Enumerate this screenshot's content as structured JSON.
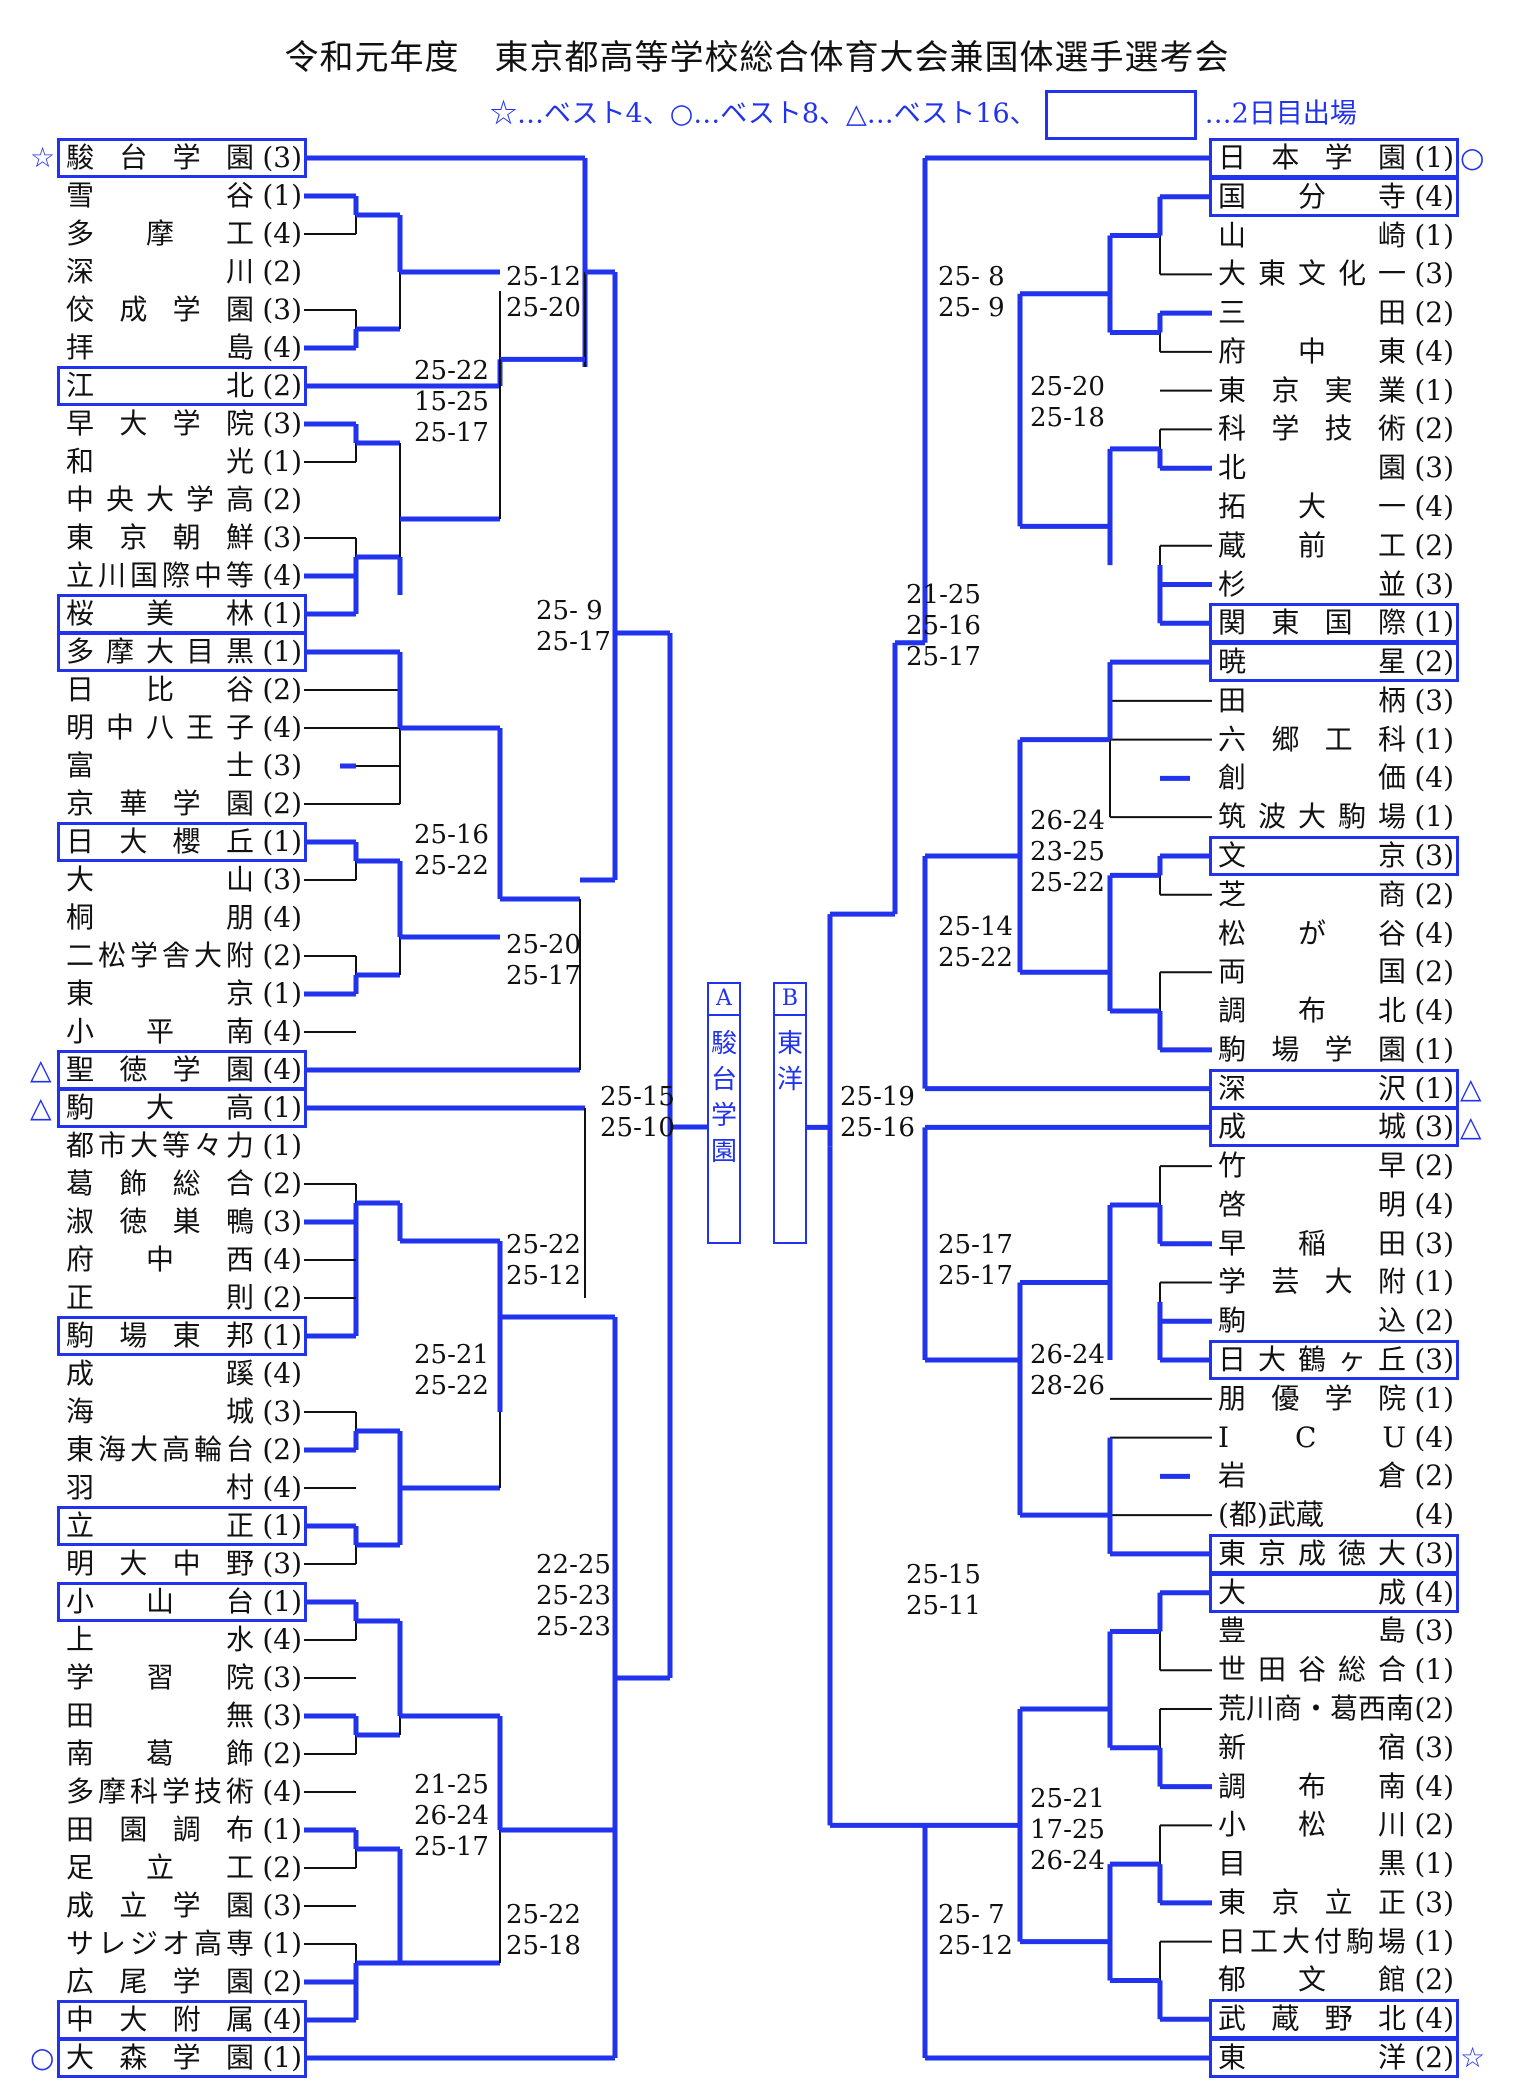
{
  "title": "令和元年度　東京都高等学校総合体育大会兼国体選手選考会",
  "legend": {
    "text1": "☆…ベスト4、○…ベスト8、△…ベスト16、",
    "text2": "…2日目出場"
  },
  "colors": {
    "accent": "#2233ee",
    "line": "#111111"
  },
  "left_teams": [
    {
      "name": "駿台学園",
      "seed": "(3)",
      "mark": "☆",
      "hl": true
    },
    {
      "name": "雪谷",
      "seed": "(1)"
    },
    {
      "name": "多摩工",
      "seed": "(4)"
    },
    {
      "name": "深川",
      "seed": "(2)"
    },
    {
      "name": "佼成学園",
      "seed": "(3)"
    },
    {
      "name": "拝島",
      "seed": "(4)"
    },
    {
      "name": "江北",
      "seed": "(2)",
      "hl": true
    },
    {
      "name": "早大学院",
      "seed": "(3)"
    },
    {
      "name": "和光",
      "seed": "(1)"
    },
    {
      "name": "中央大学高",
      "seed": "(2)"
    },
    {
      "name": "東京朝鮮",
      "seed": "(3)"
    },
    {
      "name": "立川国際中等",
      "seed": "(4)"
    },
    {
      "name": "桜美林",
      "seed": "(1)",
      "hl": true
    },
    {
      "name": "多摩大目黒",
      "seed": "(1)",
      "hl": true
    },
    {
      "name": "日比谷",
      "seed": "(2)"
    },
    {
      "name": "明中八王子",
      "seed": "(4)"
    },
    {
      "name": "富士",
      "seed": "(3)"
    },
    {
      "name": "京華学園",
      "seed": "(2)"
    },
    {
      "name": "日大櫻丘",
      "seed": "(1)",
      "hl": true
    },
    {
      "name": "大山",
      "seed": "(3)"
    },
    {
      "name": "桐朋",
      "seed": "(4)"
    },
    {
      "name": "二松学舎大附",
      "seed": "(2)"
    },
    {
      "name": "東京",
      "seed": "(1)"
    },
    {
      "name": "小平南",
      "seed": "(4)"
    },
    {
      "name": "聖徳学園",
      "seed": "(4)",
      "mark": "△",
      "hl": true
    },
    {
      "name": "駒大高",
      "seed": "(1)",
      "mark": "△",
      "hl": true
    },
    {
      "name": "都市大等々力",
      "seed": "(1)"
    },
    {
      "name": "葛飾総合",
      "seed": "(2)"
    },
    {
      "name": "淑徳巣鴨",
      "seed": "(3)"
    },
    {
      "name": "府中西",
      "seed": "(4)"
    },
    {
      "name": "正則",
      "seed": "(2)"
    },
    {
      "name": "駒場東邦",
      "seed": "(1)",
      "hl": true
    },
    {
      "name": "成蹊",
      "seed": "(4)"
    },
    {
      "name": "海城",
      "seed": "(3)"
    },
    {
      "name": "東海大高輪台",
      "seed": "(2)"
    },
    {
      "name": "羽村",
      "seed": "(4)"
    },
    {
      "name": "立正",
      "seed": "(1)",
      "hl": true
    },
    {
      "name": "明大中野",
      "seed": "(3)"
    },
    {
      "name": "小山台",
      "seed": "(1)",
      "hl": true
    },
    {
      "name": "上水",
      "seed": "(4)"
    },
    {
      "name": "学習院",
      "seed": "(3)"
    },
    {
      "name": "田無",
      "seed": "(3)"
    },
    {
      "name": "南葛飾",
      "seed": "(2)"
    },
    {
      "name": "多摩科学技術",
      "seed": "(4)"
    },
    {
      "name": "田園調布",
      "seed": "(1)"
    },
    {
      "name": "足立工",
      "seed": "(2)"
    },
    {
      "name": "成立学園",
      "seed": "(3)"
    },
    {
      "name": "サレジオ高専",
      "seed": "(1)"
    },
    {
      "name": "広尾学園",
      "seed": "(2)"
    },
    {
      "name": "中大附属",
      "seed": "(4)",
      "hl": true
    },
    {
      "name": "大森学園",
      "seed": "(1)",
      "mark": "○",
      "hl": true
    }
  ],
  "right_teams": [
    {
      "name": "日本学園",
      "seed": "(1)",
      "mark": "○",
      "hl": true
    },
    {
      "name": "国分寺",
      "seed": "(4)",
      "hl": true
    },
    {
      "name": "山崎",
      "seed": "(1)"
    },
    {
      "name": "大東文化一",
      "seed": "(3)"
    },
    {
      "name": "三田",
      "seed": "(2)"
    },
    {
      "name": "府中東",
      "seed": "(4)"
    },
    {
      "name": "東京実業",
      "seed": "(1)"
    },
    {
      "name": "科学技術",
      "seed": "(2)"
    },
    {
      "name": "北園",
      "seed": "(3)"
    },
    {
      "name": "拓大一",
      "seed": "(4)"
    },
    {
      "name": "蔵前工",
      "seed": "(2)"
    },
    {
      "name": "杉並",
      "seed": "(3)"
    },
    {
      "name": "関東国際",
      "seed": "(1)",
      "hl": true
    },
    {
      "name": "暁星",
      "seed": "(2)",
      "hl": true
    },
    {
      "name": "田柄",
      "seed": "(3)"
    },
    {
      "name": "六郷工科",
      "seed": "(1)"
    },
    {
      "name": "創価",
      "seed": "(4)"
    },
    {
      "name": "筑波大駒場",
      "seed": "(1)"
    },
    {
      "name": "文京",
      "seed": "(3)",
      "hl": true
    },
    {
      "name": "芝商",
      "seed": "(2)"
    },
    {
      "name": "松が谷",
      "seed": "(4)"
    },
    {
      "name": "両国",
      "seed": "(2)"
    },
    {
      "name": "調布北",
      "seed": "(4)"
    },
    {
      "name": "駒場学園",
      "seed": "(1)"
    },
    {
      "name": "深沢",
      "seed": "(1)",
      "mark": "△",
      "hl": true
    },
    {
      "name": "成城",
      "seed": "(3)",
      "mark": "△",
      "hl": true
    },
    {
      "name": "竹早",
      "seed": "(2)"
    },
    {
      "name": "啓明",
      "seed": "(4)"
    },
    {
      "name": "早稲田",
      "seed": "(3)"
    },
    {
      "name": "学芸大附",
      "seed": "(1)"
    },
    {
      "name": "駒込",
      "seed": "(2)"
    },
    {
      "name": "日大鶴ヶ丘",
      "seed": "(3)",
      "hl": true
    },
    {
      "name": "朋優学院",
      "seed": "(1)"
    },
    {
      "name": "ICU",
      "seed": "(4)"
    },
    {
      "name": "岩倉",
      "seed": "(2)"
    },
    {
      "name": "(都)武蔵",
      "seed": "(4)"
    },
    {
      "name": "東京成徳大",
      "seed": "(3)",
      "hl": true
    },
    {
      "name": "大成",
      "seed": "(4)",
      "hl": true
    },
    {
      "name": "豊島",
      "seed": "(3)"
    },
    {
      "name": "世田谷総合",
      "seed": "(1)"
    },
    {
      "name": "荒川商・葛西南",
      "seed": "(2)"
    },
    {
      "name": "新宿",
      "seed": "(3)"
    },
    {
      "name": "調布南",
      "seed": "(4)"
    },
    {
      "name": "小松川",
      "seed": "(2)"
    },
    {
      "name": "目黒",
      "seed": "(1)"
    },
    {
      "name": "東京立正",
      "seed": "(3)"
    },
    {
      "name": "日工大付駒場",
      "seed": "(1)"
    },
    {
      "name": "郁文館",
      "seed": "(2)"
    },
    {
      "name": "武蔵野北",
      "seed": "(4)",
      "hl": true
    },
    {
      "name": "東洋",
      "seed": "(2)",
      "mark": "☆",
      "hl": true
    }
  ],
  "scores": [
    "25-12\n25-20",
    "25-22\n15-25\n25-17",
    "25- 9\n25-17",
    "25-16\n25-22",
    "25-20\n25-17",
    "25-15\n25-10",
    "25-22\n25-12",
    "25-21\n25-22",
    "22-25\n25-23\n25-23",
    "21-25\n26-24\n25-17",
    "25-22\n25-18",
    "25- 8\n25- 9",
    "25-20\n25-18",
    "21-25\n25-16\n25-17",
    "26-24\n23-25\n25-22",
    "25-14\n25-22",
    "25-19\n25-16",
    "25-17\n25-17",
    "26-24\n28-26",
    "25-15\n25-11",
    "25-21\n17-25\n26-24",
    "25- 7\n25-12"
  ],
  "finalists": {
    "a": {
      "label": "A",
      "name": "駿台学園"
    },
    "b": {
      "label": "B",
      "name": "東洋"
    }
  }
}
